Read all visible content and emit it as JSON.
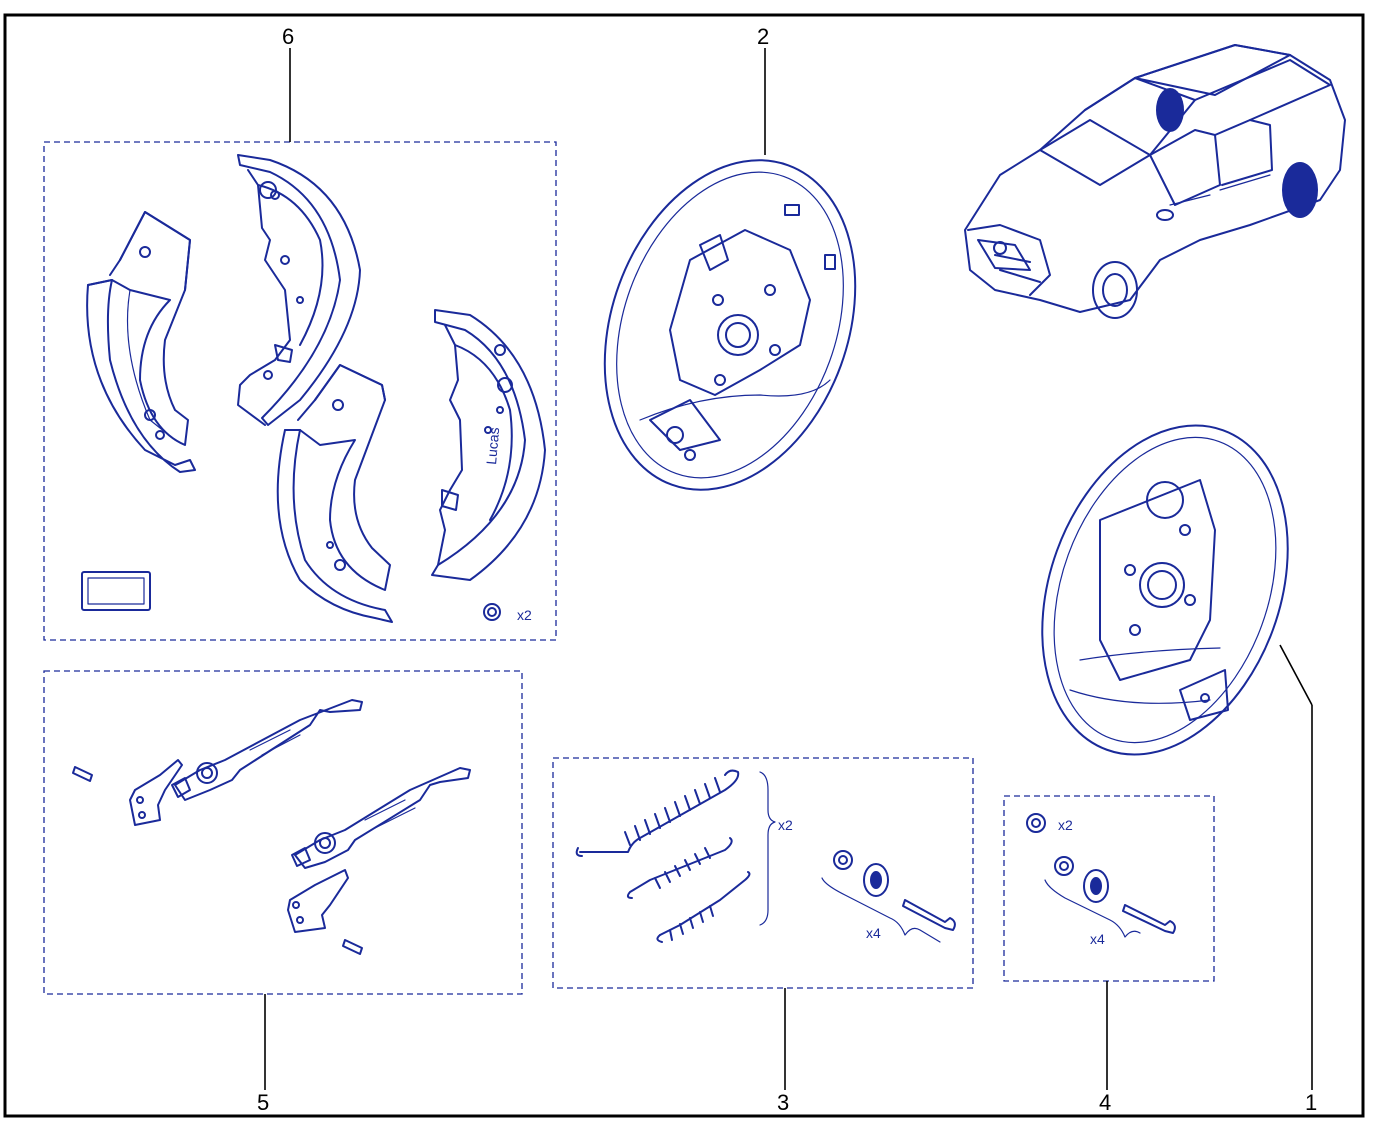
{
  "callouts": {
    "c1": "1",
    "c2": "2",
    "c3": "3",
    "c4": "4",
    "c5": "5",
    "c6": "6"
  },
  "quantities": {
    "kit6_nut": "x2",
    "kit3_springs": "x2",
    "kit3_pins": "x4",
    "kit4_nut": "x2",
    "kit4_pins": "x4"
  },
  "shoe_brand": "Lucas",
  "colors": {
    "ink": "#1a2a9a",
    "frame": "#000000",
    "background": "#ffffff"
  }
}
